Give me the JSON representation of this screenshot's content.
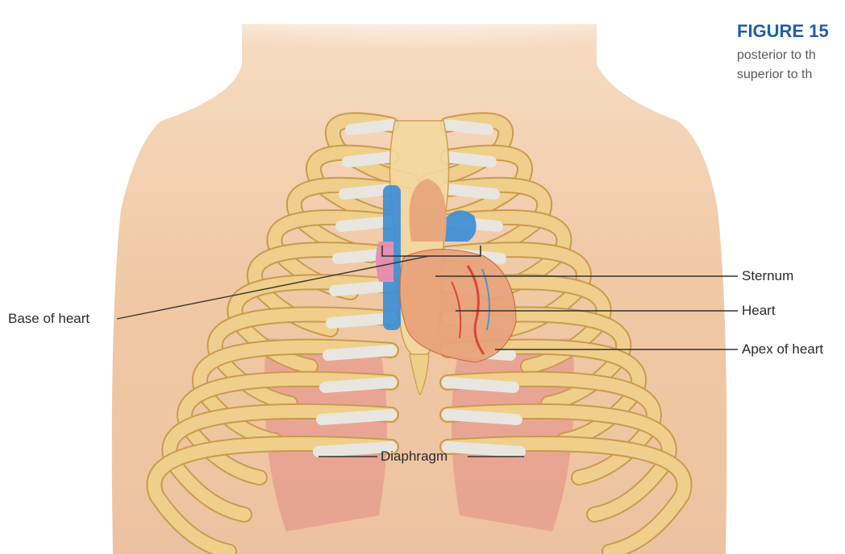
{
  "caption": {
    "title": "FIGURE 15",
    "line_1": "posterior to th",
    "line_2": "superior to th",
    "title_color": "#1f5fa8"
  },
  "labels": {
    "sternum": "Sternum",
    "heart": "Heart",
    "apex": "Apex of heart",
    "base": "Base of heart",
    "diaphragm": "Diaphragm"
  },
  "colors": {
    "skin": "#f1c9a6",
    "skin_shadow": "#e3ae88",
    "bone": "#f0cf8c",
    "bone_edge": "#c99a4e",
    "cartilage": "#e9e6e0",
    "heart": "#e4a57e",
    "artery": "#d83a2e",
    "vein": "#3f8fd6",
    "lung": "#e48b86",
    "leader": "#333333"
  }
}
